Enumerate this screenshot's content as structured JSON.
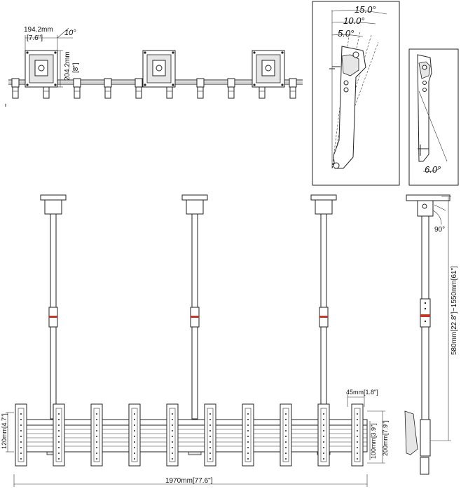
{
  "top_view": {
    "width_dim": "194.2mm",
    "width_dim_in": "[7.6\"]",
    "height_dim": "204.2mm",
    "height_dim_in": "[8\"]",
    "tilt_angle": "10°"
  },
  "tilt_detail_1": {
    "angles": [
      "15.0°",
      "10.0°",
      "5.0°"
    ]
  },
  "tilt_detail_2": {
    "angle": "6.0°"
  },
  "front_view": {
    "total_width": "1970mm[77.6\"]",
    "left_height": "120mm[4.7\"]",
    "arm_width": "45mm[1.8\"]",
    "height_200": "200mm[7.9\"]",
    "height_100": "100mm[3.9\"]"
  },
  "side_view": {
    "angle": "90°",
    "pole_range": "580mm[22.8\"]~1550mm[61\"]"
  }
}
